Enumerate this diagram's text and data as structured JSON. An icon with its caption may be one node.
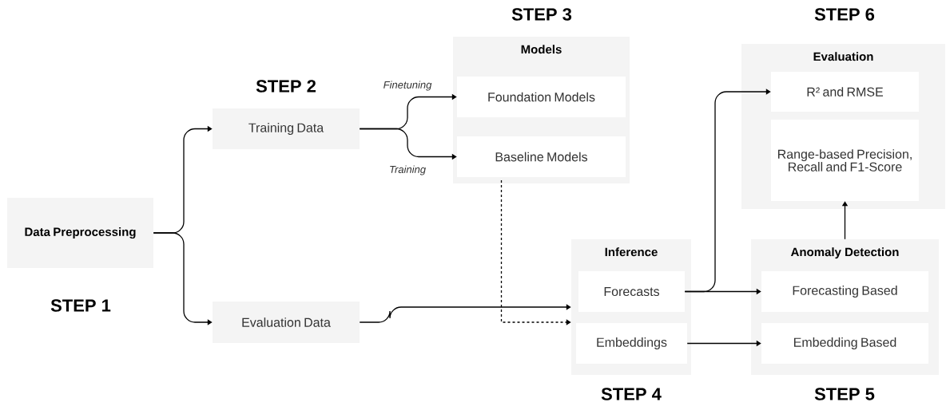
{
  "diagram": {
    "nodes": [
      {
        "text": [
          "Data Preprocessing"
        ],
        "beside": [
          "STEP 1"
        ]
      },
      {
        "text": [
          "Training Data"
        ],
        "beside": [
          "STEP 2"
        ]
      },
      {
        "text": [
          "Evaluation Data"
        ]
      },
      {
        "text": [
          "Models"
        ],
        "beside": [
          "STEP 3"
        ]
      },
      {
        "text": [
          "Foundation Models"
        ],
        "in": 3
      },
      {
        "text": [
          "Baseline Models"
        ],
        "in": 3
      },
      {
        "text": [
          "Inference"
        ],
        "beside": [
          "STEP 4"
        ]
      },
      {
        "text": [
          "Forecasts"
        ],
        "in": 6
      },
      {
        "text": [
          "Embeddings"
        ],
        "in": 6
      },
      {
        "text": [
          "Evaluation"
        ],
        "beside": [
          "STEP 6"
        ]
      },
      {
        "text": [
          "R² and RMSE"
        ],
        "in": 9
      },
      {
        "text": [
          "Range-based Precision, Recall and F1-Score"
        ],
        "in": 9
      },
      {
        "text": [
          "Anomaly Detection"
        ],
        "beside": [
          "STEP 5"
        ]
      },
      {
        "text": [
          "Forecasting Based"
        ],
        "in": 12
      },
      {
        "text": [
          "Embedding Based"
        ],
        "in": 12
      }
    ],
    "edges": [
      {
        "from": 0,
        "to": 1,
        "arrow": "to"
      },
      {
        "from": 0,
        "to": 2,
        "arrow": "to"
      },
      {
        "from": 1,
        "to": 4,
        "arrow": "to",
        "label": "Finetuning"
      },
      {
        "from": 1,
        "to": 5,
        "arrow": "to",
        "label": "Training"
      },
      {
        "from": 2,
        "to": 6,
        "arrow": "to"
      },
      {
        "from": 5,
        "to": 6,
        "arrow": "to",
        "style": "dashed"
      },
      {
        "from": 7,
        "to": 10,
        "arrow": "to"
      },
      {
        "from": 7,
        "to": 13,
        "arrow": "to"
      },
      {
        "from": 8,
        "to": 14,
        "arrow": "to"
      },
      {
        "from": 12,
        "to": 11,
        "arrow": "to"
      }
    ]
  }
}
